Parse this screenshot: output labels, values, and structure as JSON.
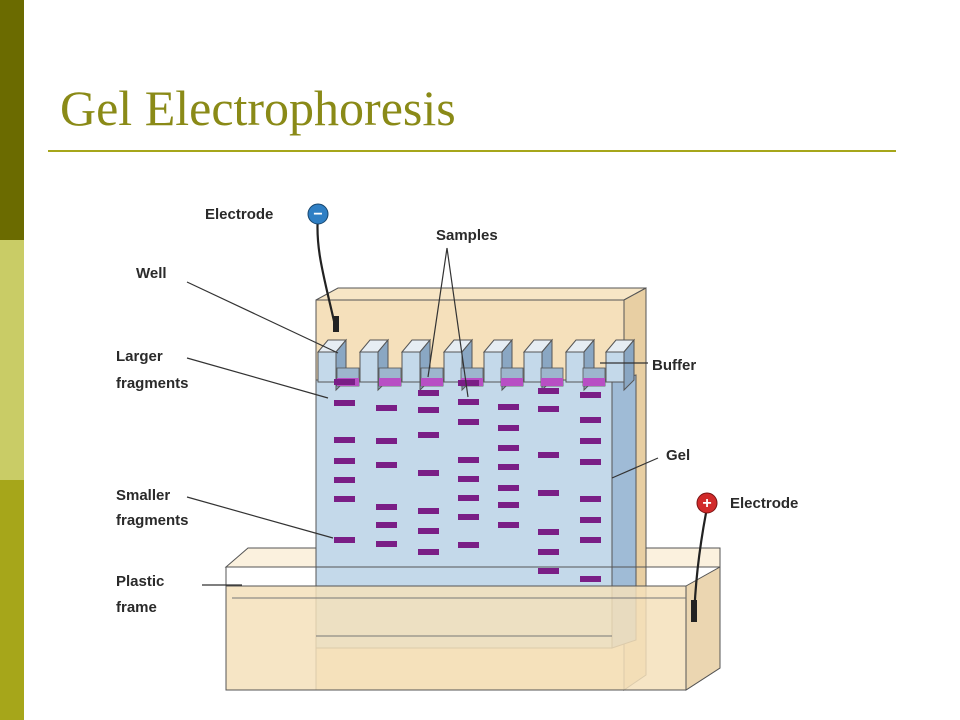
{
  "slide": {
    "title": "Gel Electrophoresis"
  },
  "diagram": {
    "labels": {
      "electrode_negative": "Electrode",
      "samples": "Samples",
      "well": "Well",
      "larger_fragments_1": "Larger",
      "larger_fragments_2": "fragments",
      "buffer": "Buffer",
      "gel": "Gel",
      "electrode_positive": "Electrode",
      "smaller_fragments_1": "Smaller",
      "smaller_fragments_2": "fragments",
      "plastic_frame_1": "Plastic",
      "plastic_frame_2": "frame"
    },
    "electrode_symbols": {
      "negative": "−",
      "positive": "+"
    },
    "colors": {
      "title": "#8a8a17",
      "buffer": "#f5e0bb",
      "gel": "#c4d9ea",
      "band": "#7a1e86",
      "sample": "#b84fc4",
      "negative_electrode": "#2f7fc4",
      "positive_electrode": "#d12a2a"
    }
  }
}
